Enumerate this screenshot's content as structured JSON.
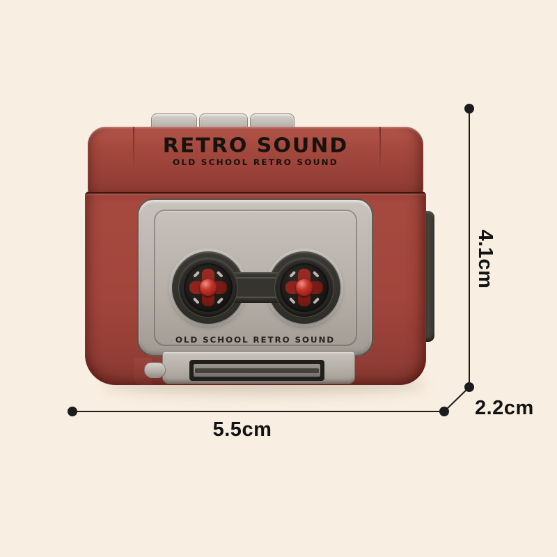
{
  "figure": {
    "type": "product-dimension-diagram",
    "subject": "retro cassette player"
  },
  "device": {
    "brand_title": "RETRO SOUND",
    "brand_subtitle": "OLD SCHOOL RETRO SOUND",
    "door_caption": "OLD SCHOOL RETRO SOUND"
  },
  "measurements": {
    "height": "4.1cm",
    "width": "5.5cm",
    "depth": "2.2cm"
  },
  "colors": {
    "bg": "#f8eee1",
    "body-red": "#a6493f",
    "body-red-dark": "#8e3c34",
    "panel-light": "#c8c3bc",
    "panel-mid": "#b5afa8",
    "panel-dark": "#a19b94",
    "button-light": "#d5d1ca",
    "button-dark": "#aea9a2",
    "mech-dark": "#36342f",
    "mech-deep": "#25231f",
    "disc-dark": "#191715",
    "cross-red": "#8c241e",
    "dome-red": "#c5342a",
    "slot-frame": "#211f1c",
    "slot-slab": "#8b8680",
    "slot-slit": "#45423d",
    "clip-dark": "#3a3733",
    "hinge-red": "#8c3a33",
    "device-text": "#17130e",
    "dim-line": "#1c1c1c",
    "label-ink": "#121212"
  }
}
